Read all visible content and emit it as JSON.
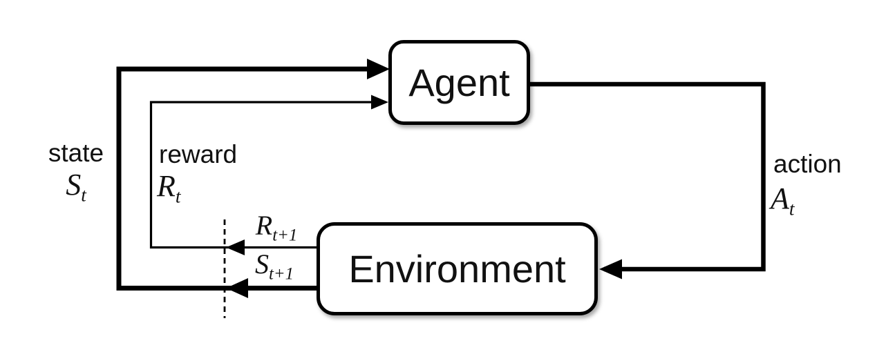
{
  "diagram": {
    "title": "agent-environment-interaction",
    "colors": {
      "background": "#ffffff",
      "line": "#000000",
      "box_fill": "#ffffff",
      "box_border": "#000000",
      "text": "#111111"
    },
    "nodes": {
      "agent": {
        "label": "Agent"
      },
      "environment": {
        "label": "Environment"
      }
    },
    "labels": {
      "state": {
        "word": "state",
        "symbol": "S",
        "subscript": "t"
      },
      "reward": {
        "word": "reward",
        "symbol": "R",
        "subscript": "t"
      },
      "action": {
        "word": "action",
        "symbol": "A",
        "subscript": "t"
      },
      "next_reward": {
        "symbol": "R",
        "subscript": "t+1"
      },
      "next_state": {
        "symbol": "S",
        "subscript": "t+1"
      }
    }
  }
}
